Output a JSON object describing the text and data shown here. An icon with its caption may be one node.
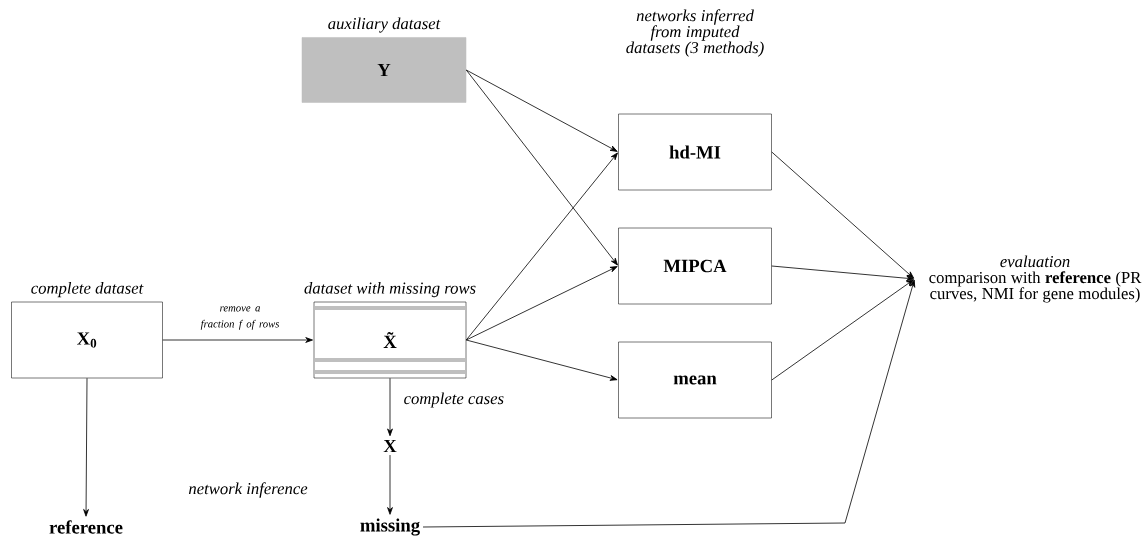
{
  "diagram": {
    "nodes": [
      {
        "text": [
          "complete dataset",
          "**X**$_{0}$"
        ]
      },
      {
        "text": [
          "dataset with missing rows",
          "X̃"
        ]
      },
      {
        "text": [
          "auxiliary dataset",
          "Y"
        ]
      },
      {
        "text": [
          "hd-MI"
        ]
      },
      {
        "text": [
          "MIPCA"
        ]
      },
      {
        "text": [
          "mean"
        ]
      },
      {
        "text": [
          "X"
        ]
      },
      {
        "text": [
          "reference"
        ]
      },
      {
        "text": [
          "missing"
        ]
      },
      {
        "text": [
          "evaluation",
          "comparison with **reference** (PR curves, NMI for gene modules)"
        ]
      }
    ],
    "edges": [
      {
        "from": 0,
        "to": 1,
        "arrow": "to",
        "label": "remove a fraction f of rows"
      },
      {
        "from": 0,
        "to": 7,
        "arrow": "to"
      },
      {
        "from": 1,
        "to": 6,
        "arrow": "to",
        "label": "complete cases"
      },
      {
        "from": 6,
        "to": 8,
        "arrow": "to"
      },
      {
        "from": 2,
        "to": 3,
        "arrow": "to"
      },
      {
        "from": 2,
        "to": 4,
        "arrow": "to"
      },
      {
        "from": 1,
        "to": 3,
        "arrow": "to"
      },
      {
        "from": 1,
        "to": 4,
        "arrow": "to"
      },
      {
        "from": 1,
        "to": 5,
        "arrow": "to"
      },
      {
        "from": 3,
        "to": 9,
        "arrow": "to"
      },
      {
        "from": 4,
        "to": 9,
        "arrow": "to"
      },
      {
        "from": 5,
        "to": 9,
        "arrow": "to"
      },
      {
        "from": 8,
        "to": 9,
        "arrow": "to"
      }
    ],
    "labels": [
      "networks inferred from imputed datasets (3 methods)",
      "network inference"
    ]
  }
}
